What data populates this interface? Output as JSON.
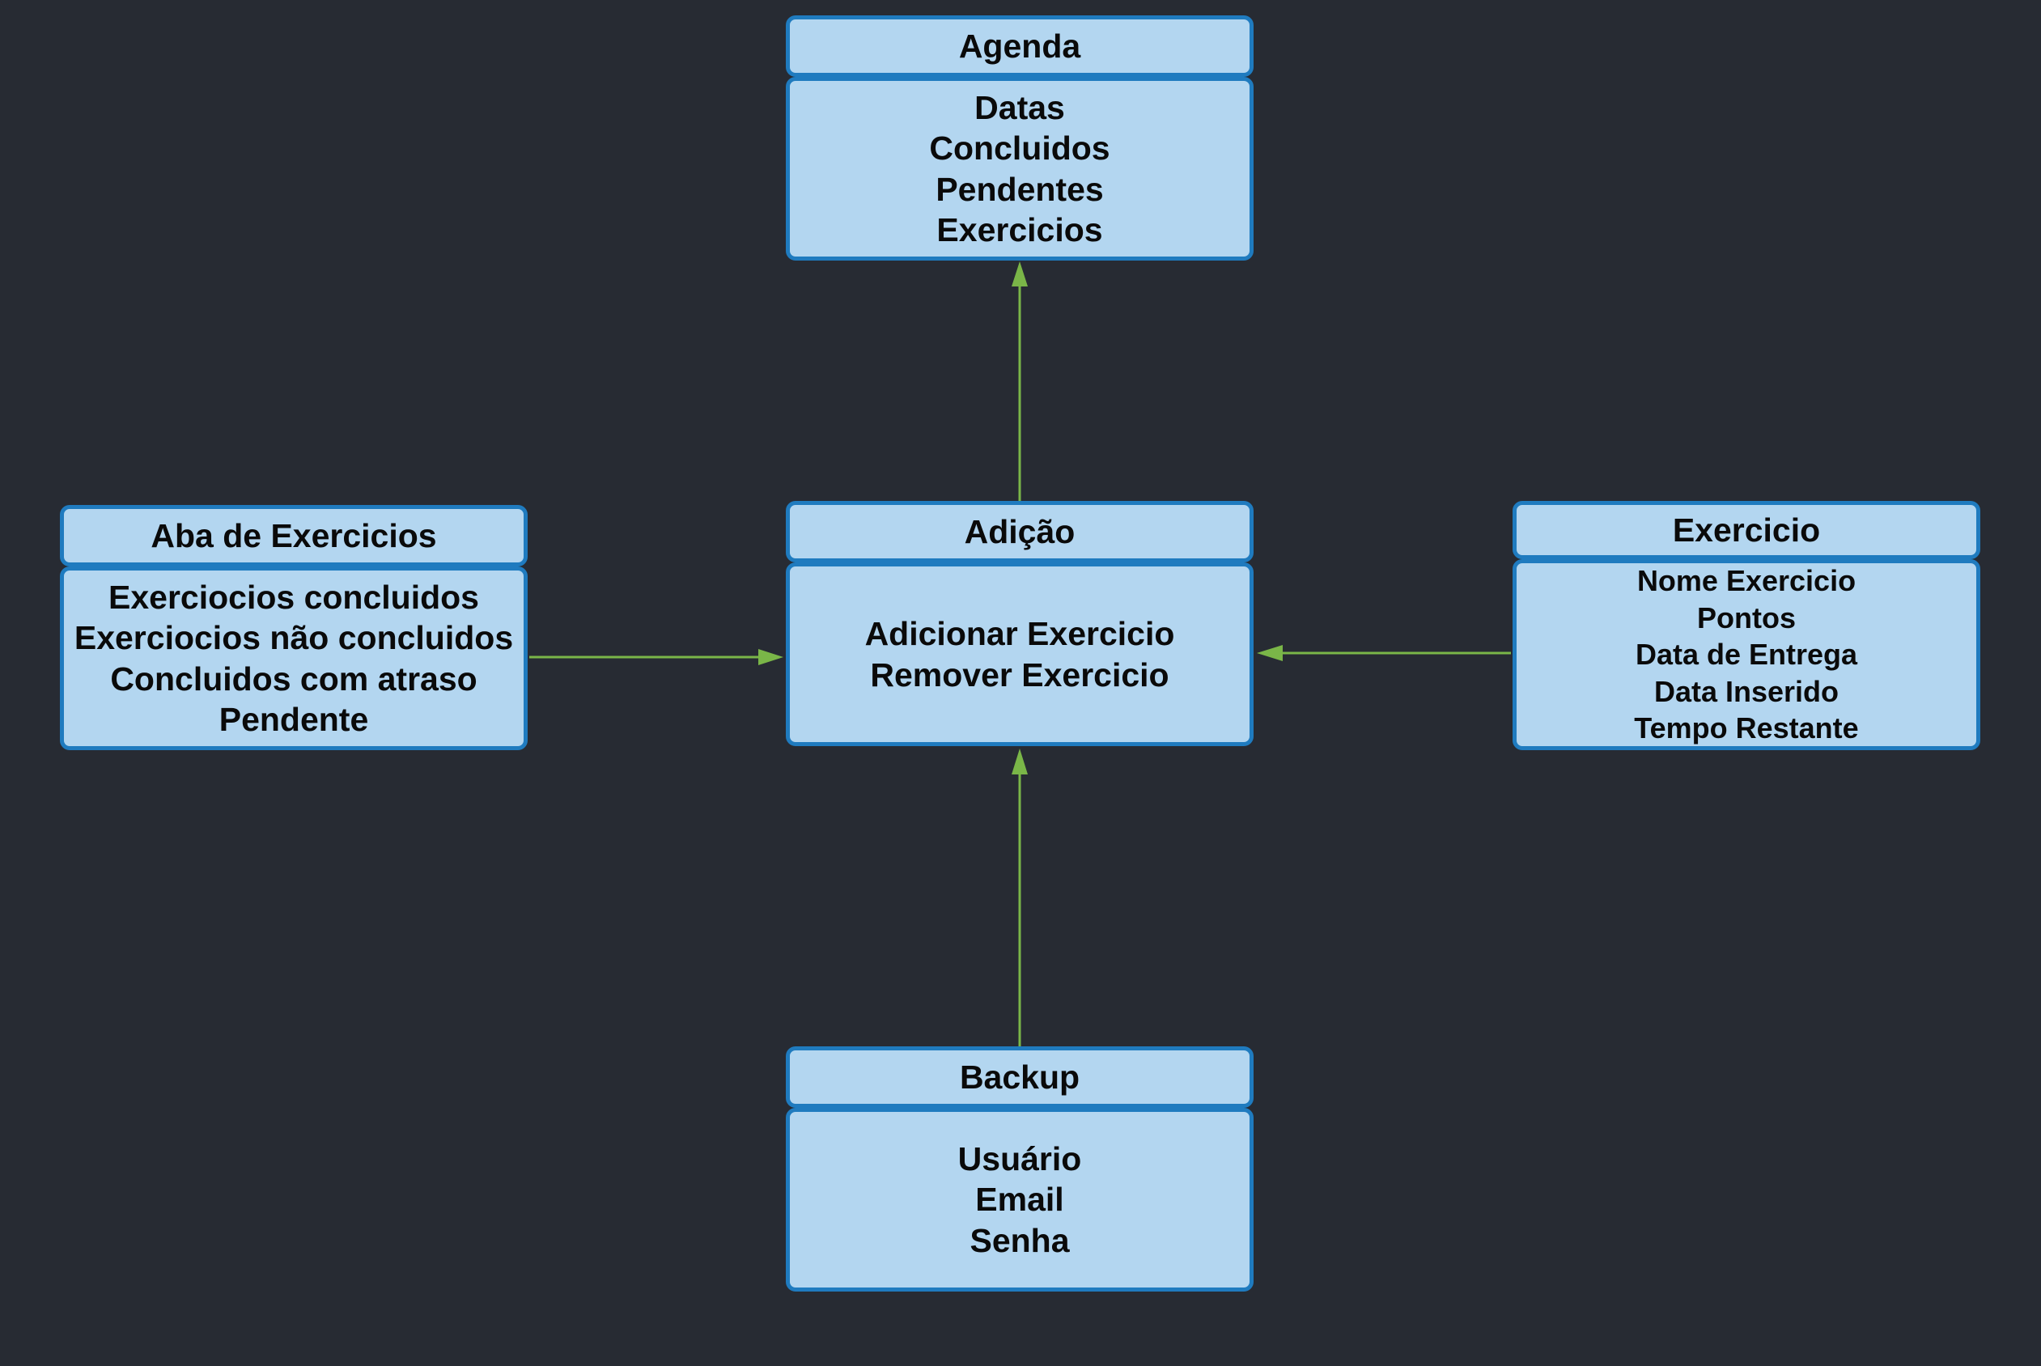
{
  "diagram": {
    "entities": {
      "agenda": {
        "title": "Agenda",
        "attributes": [
          "Datas",
          "Concluidos",
          "Pendentes",
          "Exercicios"
        ]
      },
      "aba_exercicios": {
        "title": "Aba de Exercicios",
        "attributes": [
          "Exerciocios concluidos",
          "Exerciocios não concluidos",
          "Concluidos com atraso",
          "Pendente"
        ]
      },
      "adicao": {
        "title": "Adição",
        "attributes": [
          "Adicionar Exercicio",
          "Remover Exercicio"
        ]
      },
      "exercicio": {
        "title": "Exercicio",
        "attributes": [
          "Nome Exercicio",
          "Pontos",
          "Data de Entrega",
          "Data Inserido",
          "Tempo Restante"
        ]
      },
      "backup": {
        "title": "Backup",
        "attributes": [
          "Usuário",
          "Email",
          "Senha"
        ]
      }
    },
    "connections": [
      {
        "from": "adicao",
        "to": "agenda"
      },
      {
        "from": "aba_exercicios",
        "to": "adicao"
      },
      {
        "from": "exercicio",
        "to": "adicao"
      },
      {
        "from": "backup",
        "to": "adicao"
      }
    ],
    "colors": {
      "background": "#272b33",
      "box_fill": "#b3d6f0",
      "box_border": "#1f7bbf",
      "text": "#0a0a0a",
      "connector": "#7ab648"
    }
  }
}
